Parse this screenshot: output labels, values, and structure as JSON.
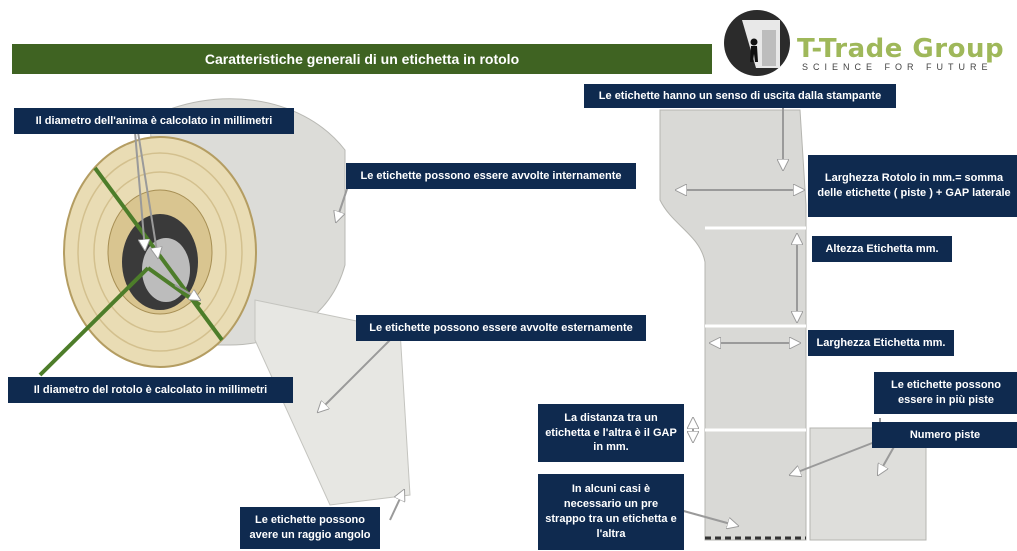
{
  "title": "Caratteristiche generali di un etichetta in rotolo",
  "logo": {
    "name": "T-Trade Group",
    "tagline": "SCIENCE FOR FUTURE"
  },
  "labels": {
    "core_diameter": "Il diametro dell'anima è calcolato in millimetri",
    "wound_inside": "Le etichette possono essere avvolte internamente",
    "wound_outside": "Le etichette possono essere avvolte esternamente",
    "roll_diameter": "Il diametro del rotolo è calcolato in millimetri",
    "corner_radius": "Le etichette possono avere un raggio angolo",
    "exit_direction": "Le etichette hanno un senso di uscita dalla stampante",
    "roll_width": "Larghezza Rotolo in mm.= somma delle etichette ( piste ) + GAP laterale",
    "label_height": "Altezza Etichetta mm.",
    "label_width": "Larghezza Etichetta mm.",
    "multi_track": "Le etichette possono essere in più piste",
    "track_count": "Numero piste",
    "gap": "La distanza tra un etichetta e l'altra è il GAP in mm.",
    "pre_cut": "In alcuni casi è necessario un pre strappo tra un etichetta e l'altra"
  },
  "colors": {
    "banner": "#3f6322",
    "label_box": "#0f2a4f",
    "logo_text": "#9fb85a",
    "green_lines": "#4d7d2a"
  }
}
